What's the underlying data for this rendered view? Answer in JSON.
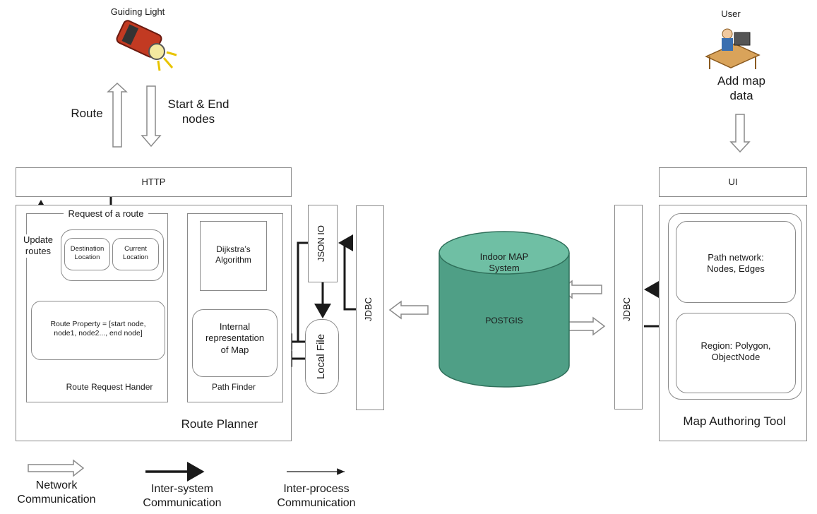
{
  "top": {
    "guiding_light": "Guiding Light",
    "route": "Route",
    "start_end": "Start & End\nnodes",
    "user": "User",
    "add_map_data": "Add map\ndata"
  },
  "route_planner": {
    "http": "HTTP",
    "request_of_route": "Request of a route",
    "update_routes": "Update\nroutes",
    "destination_location": "Destination\nLocation",
    "current_location": "Current\nLocation",
    "route_property": "Route Property = [start node,\nnode1, node2..., end node]",
    "route_request_hander": "Route Request Hander",
    "dijkstra": "Dijkstra’s\nAlgorithm",
    "internal_representation": "Internal\nrepresentation\nof Map",
    "path_finder": "Path Finder",
    "title": "Route Planner",
    "json_io": "JSON IO",
    "local_file": "Local File",
    "jdbc": "JDBC"
  },
  "database": {
    "name": "Indoor MAP\nSystem",
    "engine": "POSTGIS"
  },
  "authoring": {
    "ui": "UI",
    "jdbc": "JDBC",
    "path_network": "Path network:\nNodes, Edges",
    "region": "Region: Polygon,\nObjectNode",
    "title": "Map Authoring Tool"
  },
  "legend": {
    "network": "Network\nCommunication",
    "inter_system": "Inter-system\nCommunication",
    "inter_process": "Inter-process\nCommunication"
  },
  "colors": {
    "cylinder": "#4f9f86",
    "cylinder_top": "#6fbfa4",
    "border": "#8a8a8a",
    "arrow": "#1a1a1a"
  }
}
